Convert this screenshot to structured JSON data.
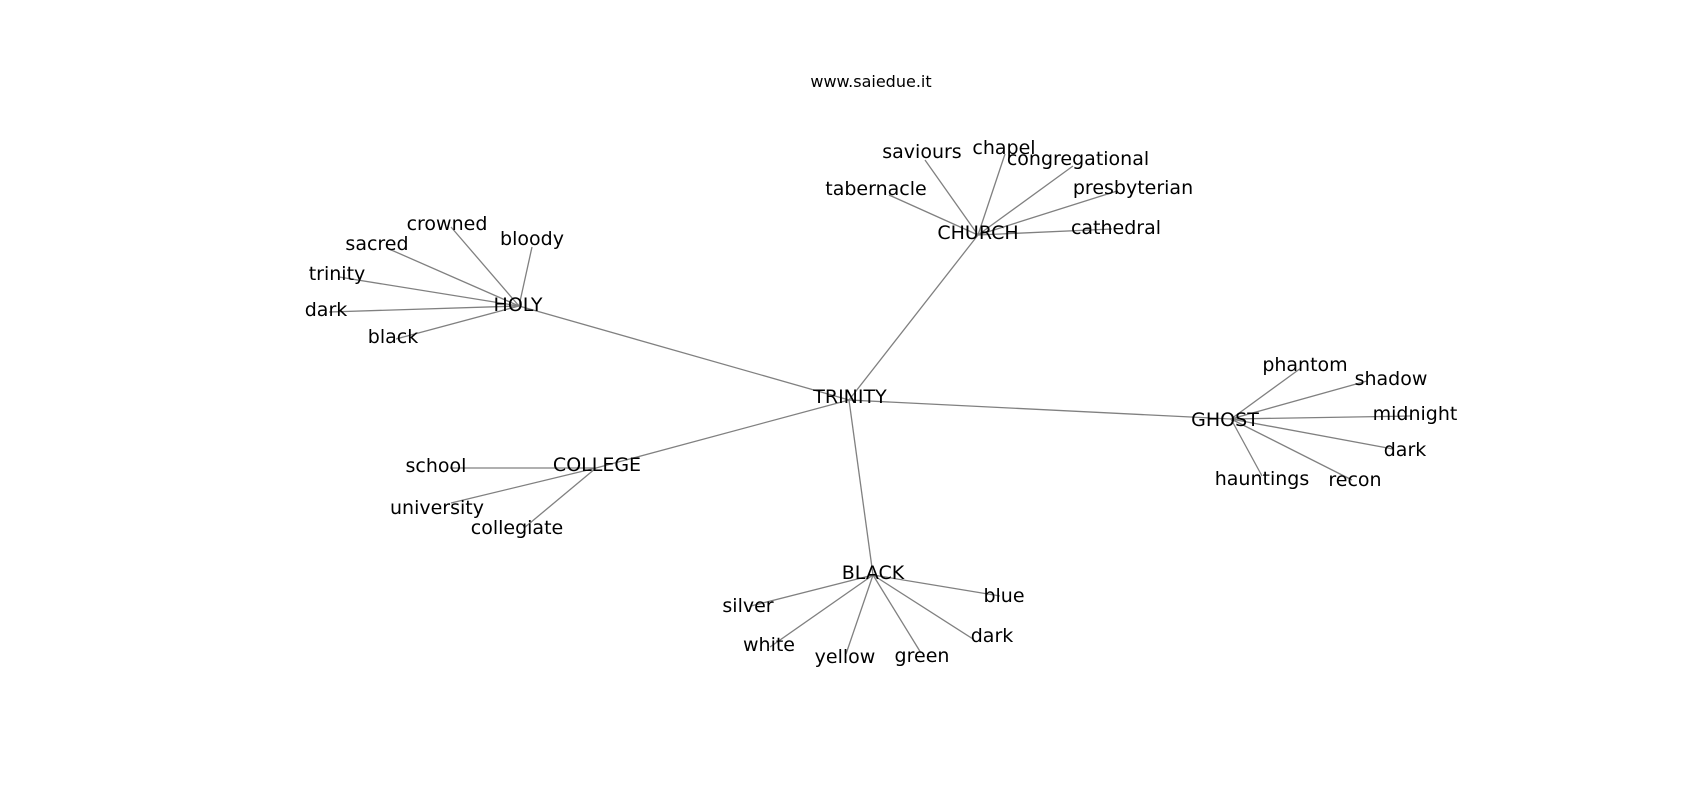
{
  "site_url": "www.saiedue.it",
  "graph": {
    "center": "TRINITY",
    "clusters": [
      {
        "hub": "HOLY",
        "leaves": [
          "crowned",
          "sacred",
          "bloody",
          "trinity",
          "dark",
          "black"
        ]
      },
      {
        "hub": "CHURCH",
        "leaves": [
          "saviours",
          "chapel",
          "congregational",
          "tabernacle",
          "presbyterian",
          "cathedral"
        ]
      },
      {
        "hub": "GHOST",
        "leaves": [
          "phantom",
          "shadow",
          "midnight",
          "dark",
          "hauntings",
          "recon"
        ]
      },
      {
        "hub": "COLLEGE",
        "leaves": [
          "school",
          "university",
          "collegiate"
        ]
      },
      {
        "hub": "BLACK",
        "leaves": [
          "blue",
          "silver",
          "dark",
          "white",
          "yellow",
          "green"
        ]
      }
    ]
  }
}
